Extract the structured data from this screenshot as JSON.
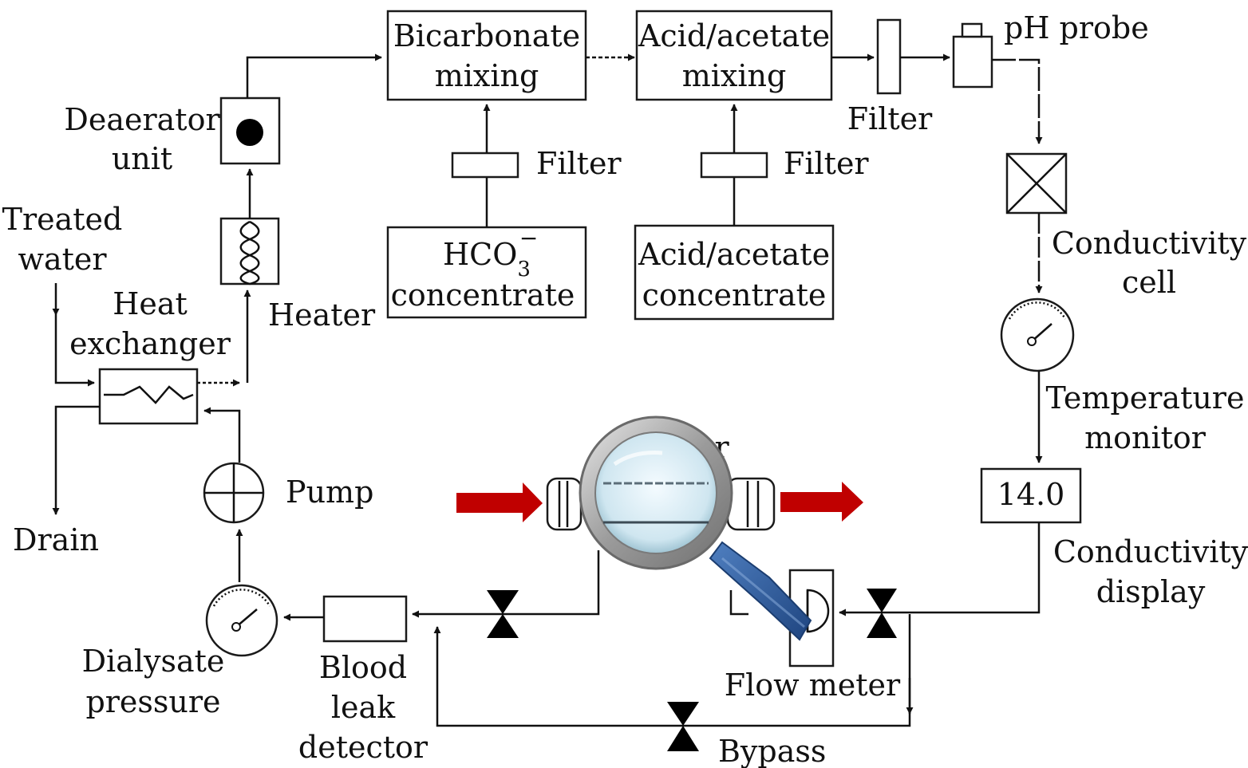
{
  "labels": {
    "bicarbonate_mixing": [
      "Bicarbonate",
      "mixing"
    ],
    "acid_acetate_mixing": [
      "Acid/acetate",
      "mixing"
    ],
    "filter": "Filter",
    "ph_probe": "pH probe",
    "deaerator_unit": [
      "Deaerator",
      "unit"
    ],
    "treated_water": [
      "Treated",
      "water"
    ],
    "heat_exchanger": [
      "Heat",
      "exchanger"
    ],
    "heater": "Heater",
    "hco3_concentrate": {
      "formula": "HCO",
      "sub": "3",
      "sup": "−",
      "word": "concentrate"
    },
    "acid_acetate_concentrate": [
      "Acid/acetate",
      "concentrate"
    ],
    "conductivity_cell": [
      "Conductivity",
      "cell"
    ],
    "temperature_monitor": [
      "Temperature",
      "monitor"
    ],
    "conductivity_display_value": "14.0",
    "conductivity_display": [
      "Conductivity",
      "display"
    ],
    "pump": "Pump",
    "drain": "Drain",
    "dialysate_pressure": [
      "Dialysate",
      "pressure"
    ],
    "blood_leak_detector": [
      "Blood",
      "leak",
      "detector"
    ],
    "flow_meter": "Flow meter",
    "bypass": "Bypass",
    "dialyzer_partial": "er"
  },
  "colors": {
    "line": "#111111",
    "flow_arrow_red": "#c00000",
    "magnifier_handle": "#2f5d9a",
    "magnifier_rim": "#a8a8a8",
    "magnifier_lens": "#d7ecf4"
  },
  "icons": [
    "magnifier-icon",
    "gauge-icon",
    "valve-icon",
    "pump-icon"
  ]
}
